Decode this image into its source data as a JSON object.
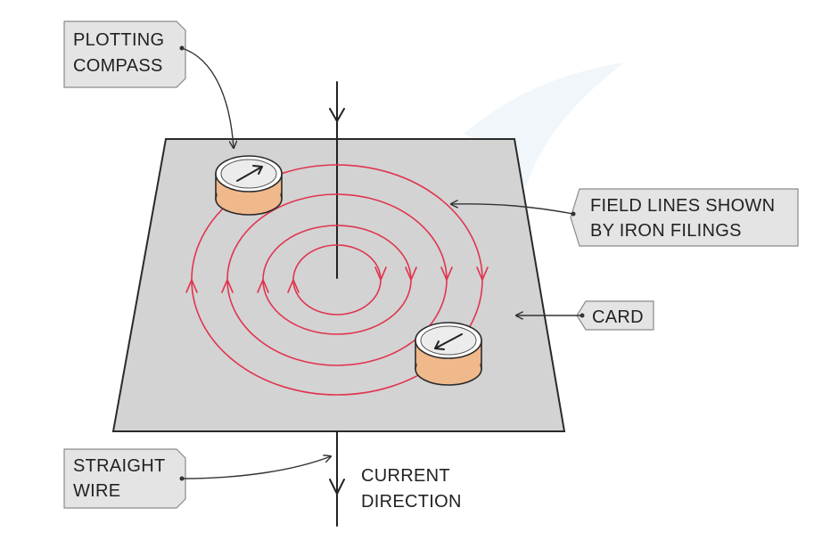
{
  "colors": {
    "card_fill": "#d3d3d3",
    "card_stroke": "#2a2a2a",
    "field_line": "#e0354f",
    "compass_body": "#f0b98c",
    "label_box": "#e4e4e4"
  },
  "labels": {
    "plotting_compass": [
      "PLOTTING",
      "COMPASS"
    ],
    "field_lines": [
      "FIELD LINES SHOWN",
      "BY IRON FILINGS"
    ],
    "card": [
      "CARD"
    ],
    "straight_wire": [
      "STRAIGHT",
      "WIRE"
    ],
    "current_direction": [
      "CURRENT",
      "DIRECTION"
    ]
  },
  "icons": [
    "compass-icon",
    "compass-icon",
    "current-arrow-icon"
  ]
}
